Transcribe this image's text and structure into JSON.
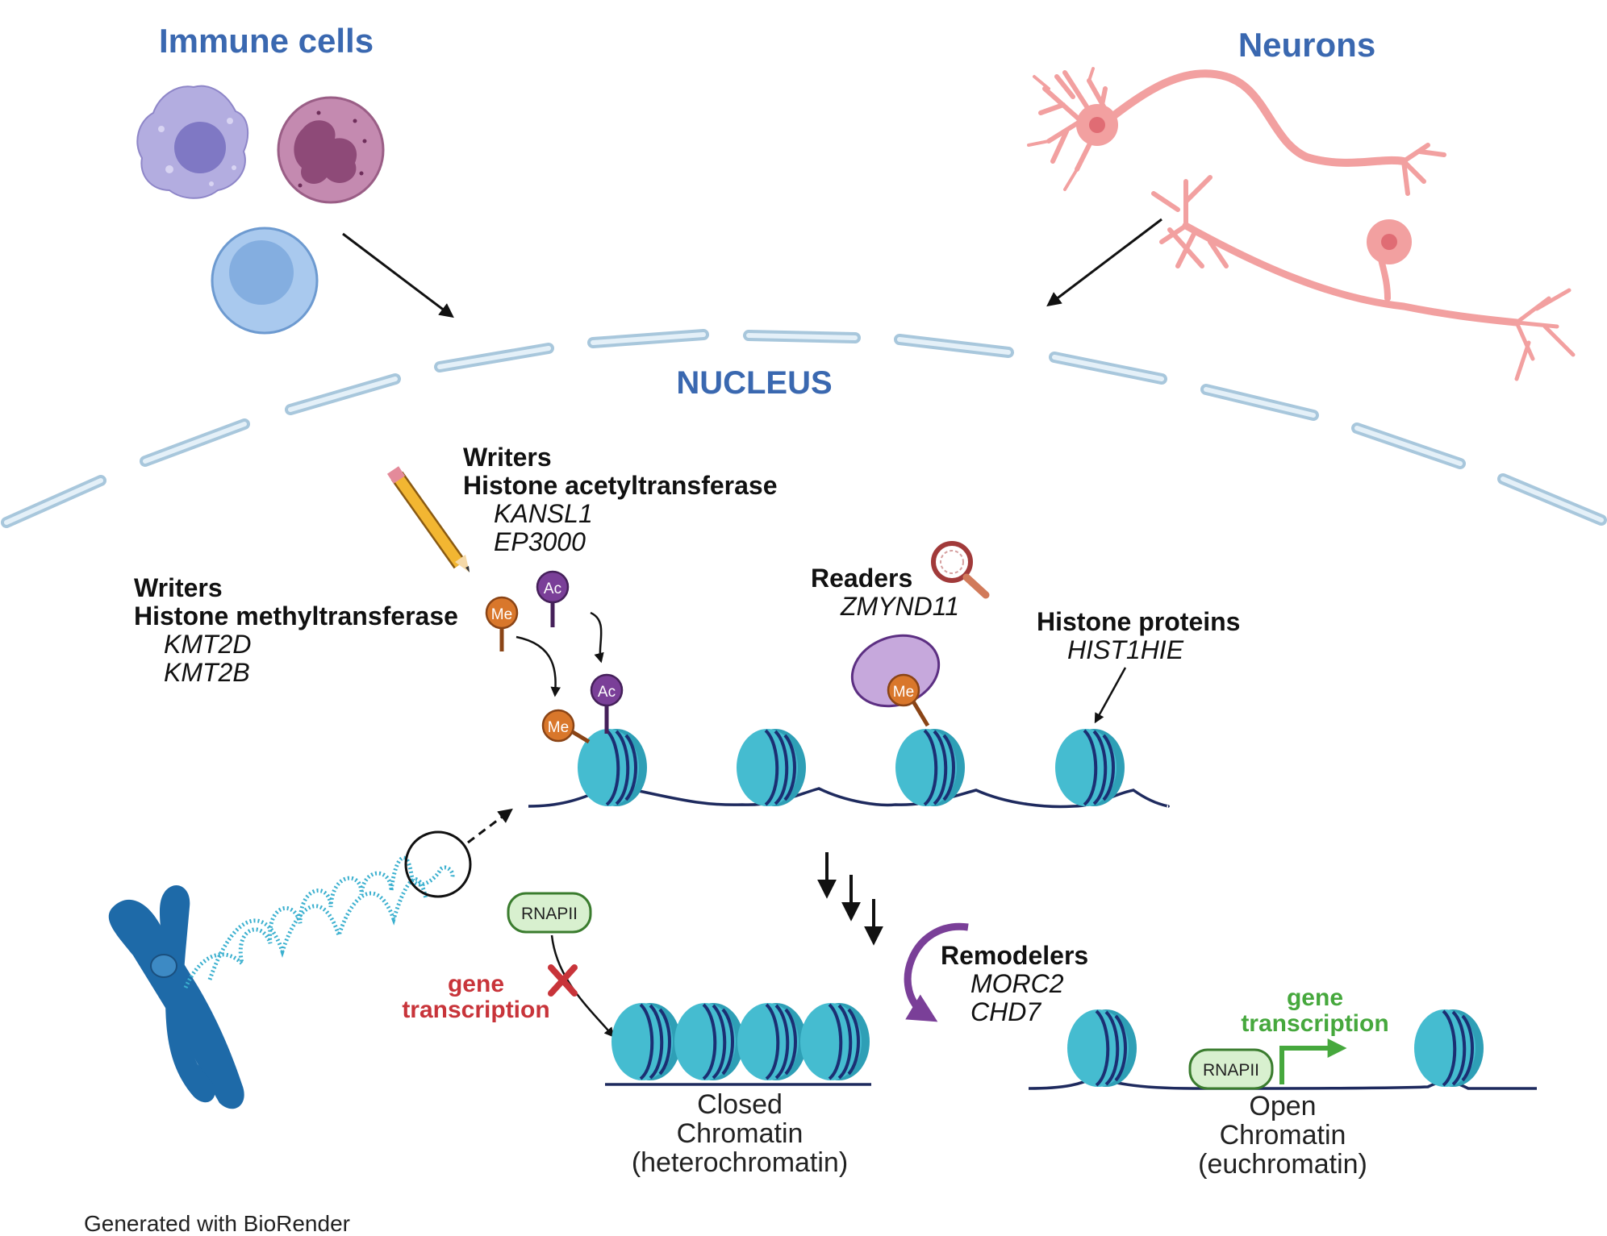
{
  "groups": {
    "immune": "Immune cells",
    "neurons": "Neurons",
    "nucleus": "NUCLEUS"
  },
  "writers_ac": {
    "heading": "Writers",
    "role": "Histone acetyltransferase",
    "genes": [
      "KANSL1",
      "EP3000"
    ]
  },
  "writers_me": {
    "heading": "Writers",
    "role": "Histone methyltransferase",
    "genes": [
      "KMT2D",
      "KMT2B"
    ]
  },
  "readers": {
    "heading": "Readers",
    "genes": [
      "ZMYND11"
    ]
  },
  "histone": {
    "heading": "Histone proteins",
    "genes": [
      "HIST1HIE"
    ]
  },
  "remodelers": {
    "heading": "Remodelers",
    "genes": [
      "MORC2",
      "CHD7"
    ]
  },
  "marks": {
    "me": "Me",
    "ac": "Ac"
  },
  "rnapii": "RNAPII",
  "blocked_transcription": [
    "gene",
    "transcription"
  ],
  "active_transcription": [
    "gene",
    "transcription"
  ],
  "closed_chromatin": [
    "Closed",
    "Chromatin",
    "(heterochromatin)"
  ],
  "open_chromatin": [
    "Open",
    "Chromatin",
    "(euchromatin)"
  ],
  "credit": "Generated with BioRender",
  "colors": {
    "title_blue": "#3a68b0",
    "nucleosome": "#45bcd0",
    "nucleosome_stripe": "#1b2f73",
    "methyl": "#d9772b",
    "acetyl": "#7a3f98",
    "neuron": "#f2a0a0",
    "blocked_red": "#c8343a",
    "active_green": "#46a83d"
  }
}
